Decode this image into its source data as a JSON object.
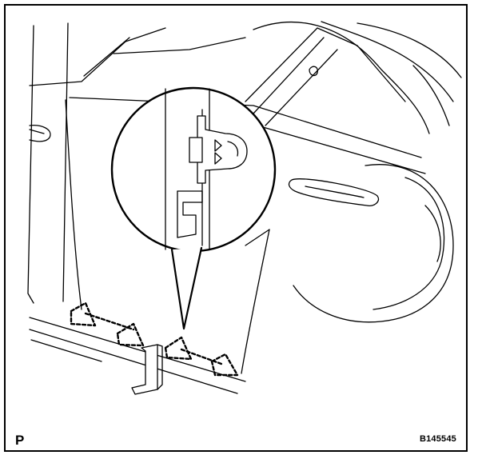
{
  "figure": {
    "corner_letter": "P",
    "figure_code": "B145545"
  },
  "icons": [
    "vehicle-door-outline",
    "clip-detail-callout",
    "clip-triangle-marker",
    "trim-panel-retainer"
  ],
  "colors": {
    "line": "#000000",
    "background": "#ffffff"
  }
}
